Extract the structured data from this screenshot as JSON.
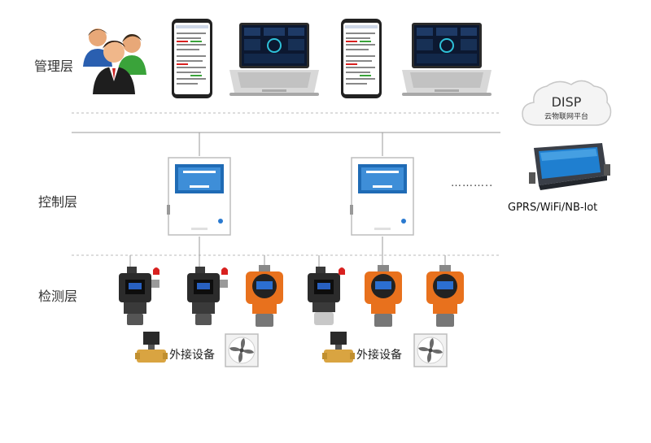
{
  "layers": {
    "management": "管理层",
    "control": "控制层",
    "detection": "检测层"
  },
  "cloud": {
    "title": "DISP",
    "subtitle": "云物联网平台"
  },
  "network": {
    "label": "GPRS/WiFi/NB-lot",
    "ellipsis": "……….."
  },
  "external": {
    "label_left": "外接设备",
    "label_right": "外接设备"
  },
  "colors": {
    "accent_orange": "#e8711d",
    "alarm_red": "#d8201f",
    "panel_blue": "#1f6bb5",
    "dashed_line": "#aaaaaa",
    "connector_line": "#999999"
  }
}
